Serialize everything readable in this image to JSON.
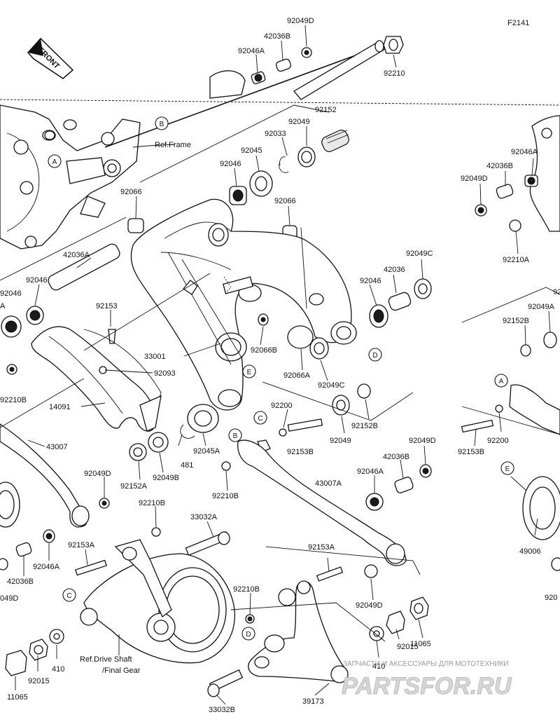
{
  "figure_code": "F2141",
  "front_label": "FRONT",
  "parts": [
    {
      "id": "92049D-top",
      "text": "92049D"
    },
    {
      "id": "42036B-top",
      "text": "42036B"
    },
    {
      "id": "92046A-top",
      "text": "92046A"
    },
    {
      "id": "92210-top",
      "text": "92210"
    },
    {
      "id": "92152",
      "text": "92152"
    },
    {
      "id": "92049-a",
      "text": "92049"
    },
    {
      "id": "92033",
      "text": "92033"
    },
    {
      "id": "92045",
      "text": "92045"
    },
    {
      "id": "92046-a",
      "text": "92046"
    },
    {
      "id": "92066-a",
      "text": "92066"
    },
    {
      "id": "92066-b",
      "text": "92066"
    },
    {
      "id": "ref-frame",
      "text": "Ref.Frame"
    },
    {
      "id": "42036A",
      "text": "42036A"
    },
    {
      "id": "92046-b",
      "text": "92046"
    },
    {
      "id": "92046-c",
      "text": "92046"
    },
    {
      "id": "92153",
      "text": "92153"
    },
    {
      "id": "33001",
      "text": "33001"
    },
    {
      "id": "92093",
      "text": "92093"
    },
    {
      "id": "14091",
      "text": "14091"
    },
    {
      "id": "92210B-left",
      "text": "92210B"
    },
    {
      "id": "43007",
      "text": "43007"
    },
    {
      "id": "92066B",
      "text": "92066B"
    },
    {
      "id": "92066A",
      "text": "92066A"
    },
    {
      "id": "92049C-a",
      "text": "92049C"
    },
    {
      "id": "92049C-b",
      "text": "92049C"
    },
    {
      "id": "42036",
      "text": "42036"
    },
    {
      "id": "92046-d",
      "text": "92046"
    },
    {
      "id": "92200-a",
      "text": "92200"
    },
    {
      "id": "92153B-a",
      "text": "92153B"
    },
    {
      "id": "92049-b",
      "text": "92049"
    },
    {
      "id": "92152B-a",
      "text": "92152B"
    },
    {
      "id": "92045A",
      "text": "92045A"
    },
    {
      "id": "481",
      "text": "481"
    },
    {
      "id": "92049B",
      "text": "92049B"
    },
    {
      "id": "92152A",
      "text": "92152A"
    },
    {
      "id": "92210B-mid",
      "text": "92210B"
    },
    {
      "id": "92049D-left",
      "text": "92049D"
    },
    {
      "id": "92210B-low",
      "text": "92210B"
    },
    {
      "id": "33032A",
      "text": "33032A"
    },
    {
      "id": "92153A-left",
      "text": "92153A"
    },
    {
      "id": "92046A-left",
      "text": "92046A"
    },
    {
      "id": "42036B-left",
      "text": "42036B"
    },
    {
      "id": "92049D-edge",
      "text": "049D"
    },
    {
      "id": "92049D-right",
      "text": "92049D"
    },
    {
      "id": "42036B-right",
      "text": "42036B"
    },
    {
      "id": "92046A-right",
      "text": "92046A"
    },
    {
      "id": "43007A",
      "text": "43007A"
    },
    {
      "id": "92153A-right",
      "text": "92153A"
    },
    {
      "id": "92049D-low",
      "text": "92049D"
    },
    {
      "id": "92210B-right",
      "text": "92210B"
    },
    {
      "id": "92015-a",
      "text": "92015"
    },
    {
      "id": "11065-a",
      "text": "11065"
    },
    {
      "id": "410-a",
      "text": "410"
    },
    {
      "id": "92015-b",
      "text": "92015"
    },
    {
      "id": "11065-b",
      "text": "11065"
    },
    {
      "id": "410-b",
      "text": "410"
    },
    {
      "id": "ref-drive",
      "text": "Ref.Drive Shaft"
    },
    {
      "id": "final-gear",
      "text": "/Final Gear"
    },
    {
      "id": "33032B",
      "text": "33032B"
    },
    {
      "id": "39173",
      "text": "39173"
    },
    {
      "id": "92046A-far",
      "text": "92046A"
    },
    {
      "id": "42036B-far",
      "text": "42036B"
    },
    {
      "id": "92049D-far",
      "text": "92049D"
    },
    {
      "id": "92210A",
      "text": "92210A"
    },
    {
      "id": "92049A",
      "text": "92049A"
    },
    {
      "id": "92152B-far",
      "text": "92152B"
    },
    {
      "id": "92153B-far",
      "text": "92153B"
    },
    {
      "id": "92200-far",
      "text": "92200"
    },
    {
      "id": "49006",
      "text": "49006"
    },
    {
      "id": "edge-92",
      "text": "92"
    },
    {
      "id": "edge-920",
      "text": "920"
    },
    {
      "id": "edge-a",
      "text": "A"
    }
  ],
  "callouts": [
    "A",
    "B",
    "C",
    "D",
    "E"
  ],
  "watermark": {
    "caption": "ЗАПЧАСТИ И АКСЕССУАРЫ ДЛЯ МОТОТЕХНИКИ",
    "brand": "PARTSFOR.RU"
  }
}
